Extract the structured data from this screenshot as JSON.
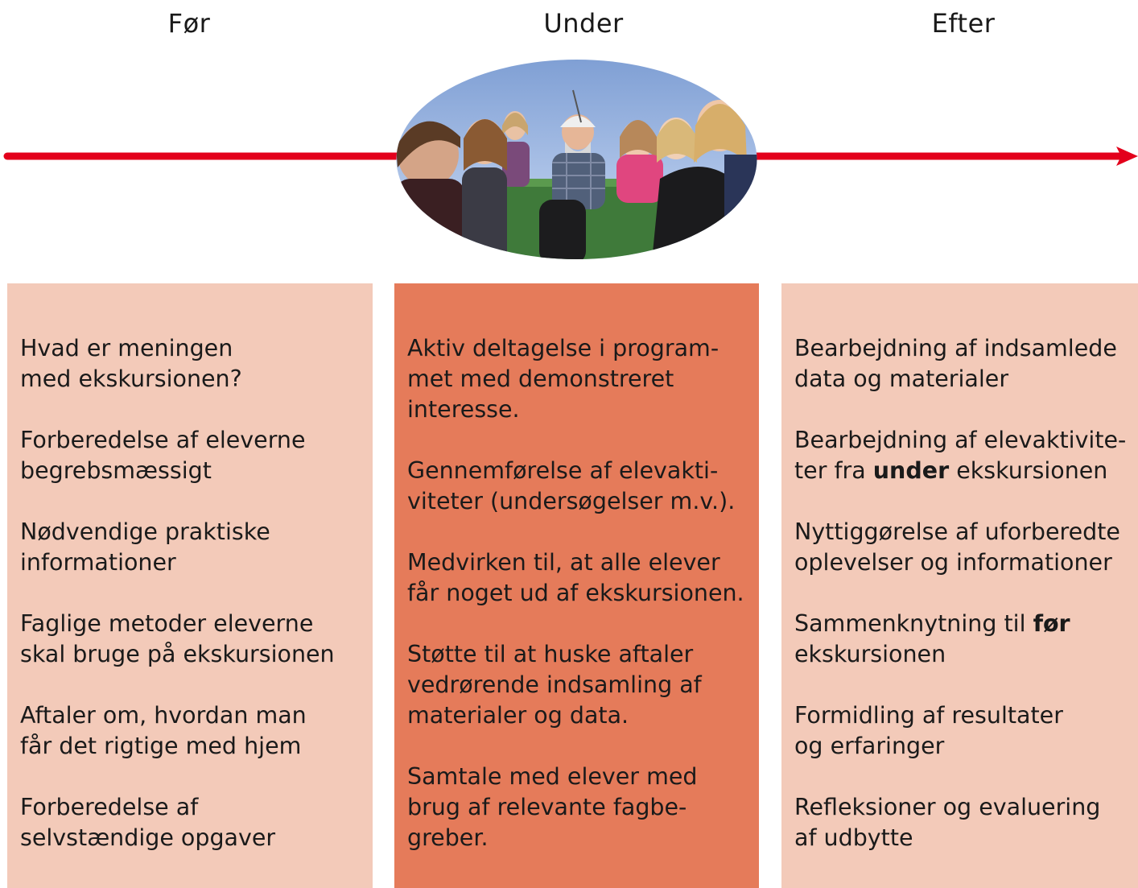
{
  "headings": {
    "before": "Før",
    "during": "Under",
    "after": "Efter"
  },
  "colors": {
    "arrow": "#e3001b",
    "box_light": "#f3cab9",
    "box_dark": "#e57b5a",
    "text": "#1a1a1a"
  },
  "photo": {
    "alt": "teacher-with-pupils-photo"
  },
  "columns": {
    "before": {
      "items": [
        {
          "text": "Hvad er meningen\nmed ekskursionen?"
        },
        {
          "text": "Forberedelse af eleverne\nbegrebsmæssigt"
        },
        {
          "text": "Nødvendige praktiske\ninformationer"
        },
        {
          "text": "Faglige metoder eleverne\nskal bruge på ekskursionen"
        },
        {
          "text": "Aftaler om, hvordan man\nfår det rigtige med hjem"
        },
        {
          "text": "Forberedelse af\nselvstændige opgaver"
        }
      ]
    },
    "during": {
      "items": [
        {
          "text": "Aktiv deltagelse i program-\nmet med demonstreret\ninteresse."
        },
        {
          "text": "Gennemførelse af elevakti-\nviteter (undersøgelser m.v.)."
        },
        {
          "text": "Medvirken til, at alle elever\nfår noget ud af ekskursionen."
        },
        {
          "text": "Støtte til at huske aftaler\nvedrørende indsamling af\nmaterialer og data."
        },
        {
          "text": "Samtale med elever med\nbrug af relevante fagbe-\ngreber."
        }
      ]
    },
    "after": {
      "items": [
        {
          "text": "Bearbejdning af indsamlede\ndata og materialer"
        },
        {
          "pre": "Bearbejdning af elevaktivite-\nter fra ",
          "bold": "under",
          "post": " ekskursionen"
        },
        {
          "text": "Nyttiggørelse af uforberedte\noplevelser og informationer"
        },
        {
          "pre": "Sammenknytning til ",
          "bold": "før",
          "post": "\nekskursionen"
        },
        {
          "text": "Formidling af resultater\nog erfaringer"
        },
        {
          "text": "Refleksioner og evaluering\naf udbytte"
        }
      ]
    }
  }
}
